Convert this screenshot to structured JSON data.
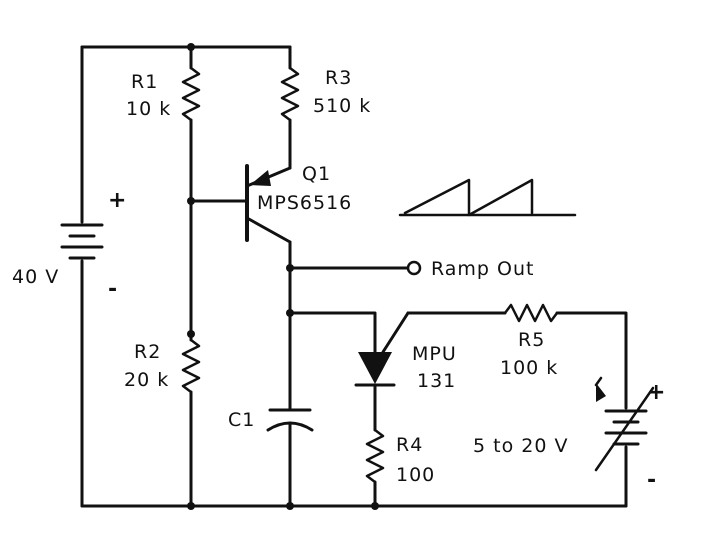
{
  "components": {
    "r1": {
      "name": "R1",
      "value": "10 k"
    },
    "r2": {
      "name": "R2",
      "value": "20 k"
    },
    "r3": {
      "name": "R3",
      "value": "510 k"
    },
    "r4": {
      "name": "R4",
      "value": "100"
    },
    "r5": {
      "name": "R5",
      "value": "100 k"
    },
    "q1": {
      "name": "Q1",
      "part": "MPS6516"
    },
    "c1": {
      "name": "C1"
    },
    "mpu": {
      "name": "MPU",
      "part": "131"
    },
    "battery": {
      "value": "40 V",
      "plus": "+",
      "minus": "-"
    },
    "variable_supply": {
      "value": "5 to 20 V",
      "plus": "+",
      "minus": "-"
    }
  },
  "output": {
    "label": "Ramp Out"
  },
  "colors": {
    "ink": "#111111",
    "background": "#ffffff"
  }
}
